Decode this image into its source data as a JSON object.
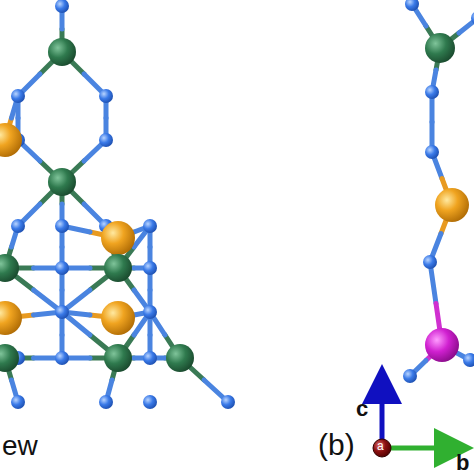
{
  "diagram": {
    "labels": [
      "ew",
      "(b)",
      "c",
      "b",
      "a"
    ]
  }
}
